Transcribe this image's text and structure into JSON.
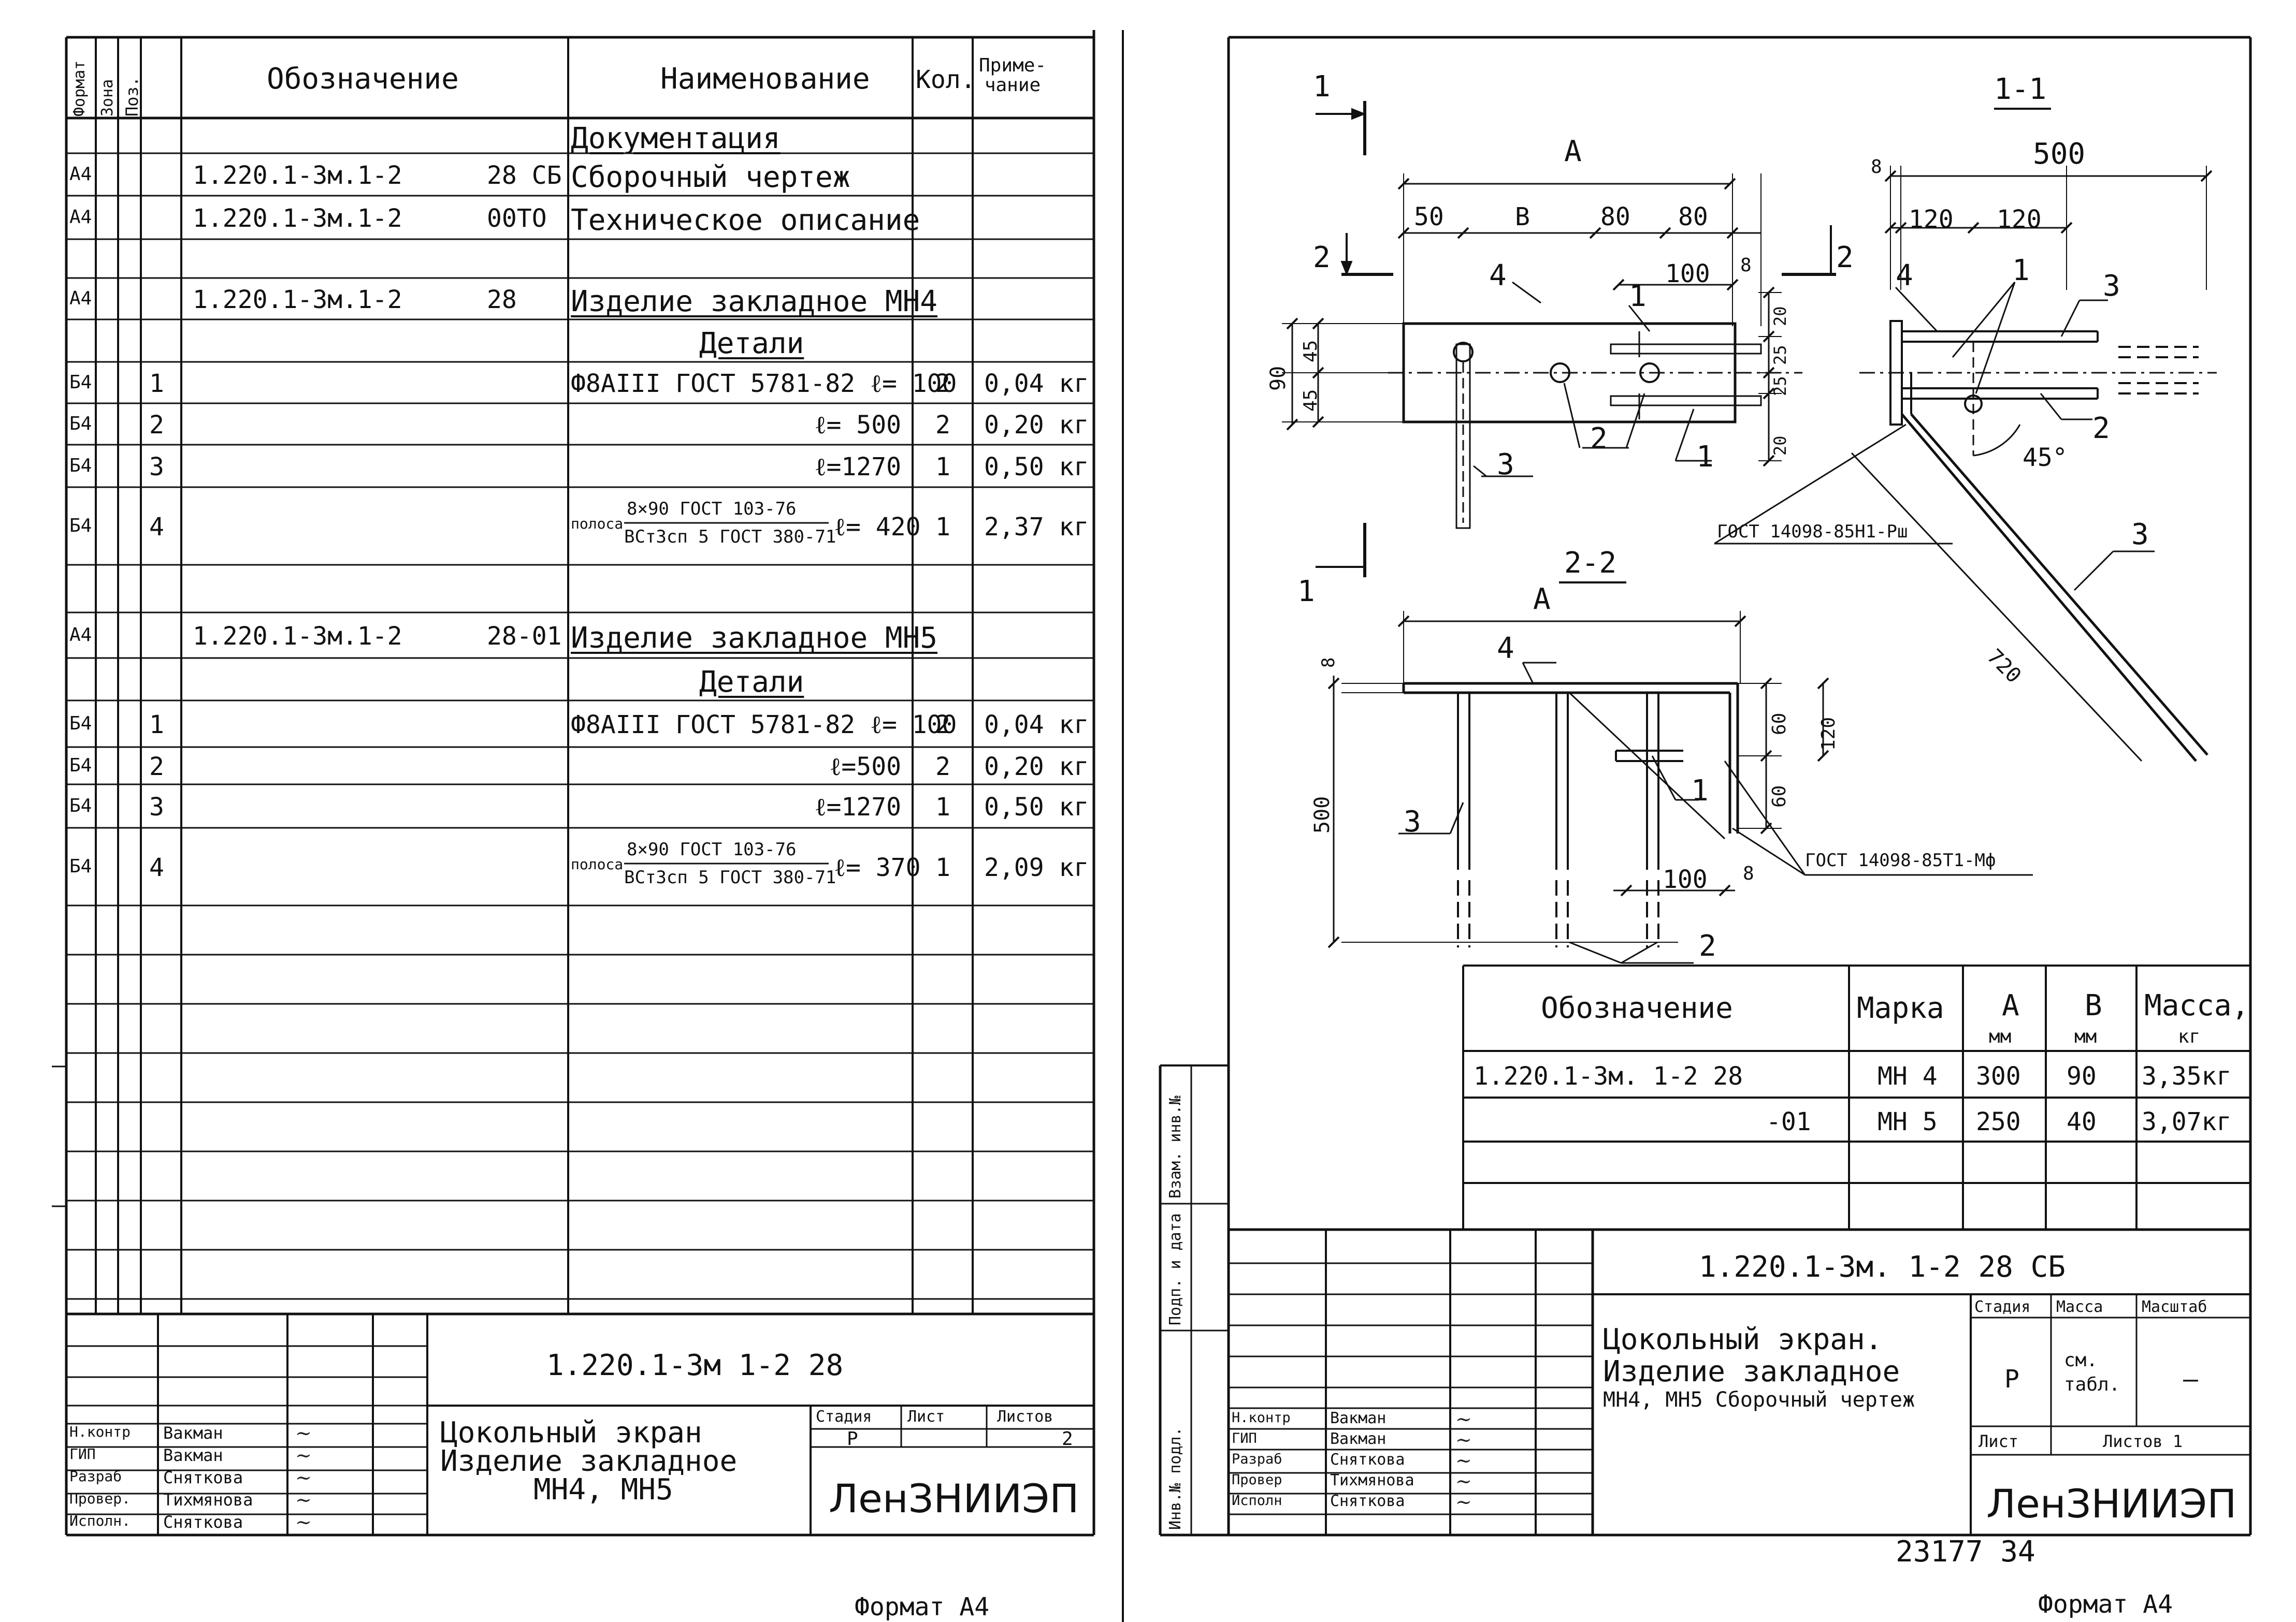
{
  "left": {
    "headers": {
      "format": "Формат",
      "zone": "Зона",
      "pos": "Поз.",
      "designation": "Обозначение",
      "name": "Наименование",
      "qty": "Кол.",
      "note": "Приме-\nчание"
    },
    "rows": [
      {
        "format": "",
        "pos": "",
        "designation": "",
        "name": "Документация",
        "qty": "",
        "note": "",
        "ul": true
      },
      {
        "format": "А4",
        "pos": "",
        "designation": "1.220.1-3м.1-2",
        "code": "28 СБ",
        "name": "Сборочный чертеж",
        "qty": "",
        "note": ""
      },
      {
        "format": "А4",
        "pos": "",
        "designation": "1.220.1-3м.1-2",
        "code": "00ТО",
        "name": "Техническое описание",
        "qty": "",
        "note": ""
      },
      {
        "format": "",
        "pos": "",
        "designation": "",
        "name": "",
        "qty": "",
        "note": ""
      },
      {
        "format": "А4",
        "pos": "",
        "designation": "1.220.1-3м.1-2",
        "code": "28",
        "name": "Изделие закладное МН4",
        "qty": "",
        "note": "",
        "ul": true
      },
      {
        "format": "",
        "pos": "",
        "designation": "",
        "name": "Детали",
        "qty": "",
        "note": "",
        "ul": true,
        "center": true
      },
      {
        "format": "Б4",
        "pos": "1",
        "designation": "",
        "name": "Ф8АIII ГОСТ 5781-82  ℓ= 100",
        "qty": "2",
        "note": "0,04 кг"
      },
      {
        "format": "Б4",
        "pos": "2",
        "designation": "",
        "name": "ℓ= 500",
        "qty": "2",
        "note": "0,20 кг",
        "right": true
      },
      {
        "format": "Б4",
        "pos": "3",
        "designation": "",
        "name": "ℓ=1270",
        "qty": "1",
        "note": "0,50 кг",
        "right": true
      },
      {
        "format": "Б4",
        "pos": "4",
        "designation": "",
        "name": "",
        "qty": "1",
        "note": "2,37 кг",
        "strip": true,
        "strip_word": "полоса",
        "strip_num": "8×90 ГОСТ 103-76",
        "strip_den": "ВСт3сп 5 ГОСТ 380-71",
        "strip_len": "ℓ= 420"
      },
      {
        "format": "",
        "pos": "",
        "designation": "",
        "name": "",
        "qty": "",
        "note": ""
      },
      {
        "format": "А4",
        "pos": "",
        "designation": "1.220.1-3м.1-2",
        "code": "28-01",
        "name": "Изделие закладное МН5",
        "qty": "",
        "note": "",
        "ul": true
      },
      {
        "format": "",
        "pos": "",
        "designation": "",
        "name": "Детали",
        "qty": "",
        "note": "",
        "ul": true,
        "center": true
      },
      {
        "format": "Б4",
        "pos": "1",
        "designation": "",
        "name": "Ф8АIII ГОСТ 5781-82  ℓ= 100",
        "qty": "2",
        "note": "0,04 кг"
      },
      {
        "format": "Б4",
        "pos": "2",
        "designation": "",
        "name": "ℓ=500",
        "qty": "2",
        "note": "0,20 кг",
        "right": true
      },
      {
        "format": "Б4",
        "pos": "3",
        "designation": "",
        "name": "ℓ=1270",
        "qty": "1",
        "note": "0,50 кг",
        "right": true
      },
      {
        "format": "Б4",
        "pos": "4",
        "designation": "",
        "name": "",
        "qty": "1",
        "note": "2,09 кг",
        "strip": true,
        "strip_word": "полоса",
        "strip_num": "8×90 ГОСТ 103-76",
        "strip_den": "ВСт3сп 5 ГОСТ 380-71",
        "strip_len": "ℓ= 370"
      }
    ],
    "title_block": {
      "code": "1.220.1-3м 1-2     28",
      "title_lines": [
        "Цокольный экран",
        "Изделие закладное",
        "МН4, МН5"
      ],
      "stage_label": "Стадия",
      "sheet_label": "Лист",
      "sheets_label": "Листов",
      "stage": "Р",
      "sheets": "2",
      "org": "ЛенЗНИИЭП",
      "people": [
        {
          "role": "Н.контр",
          "name": "Вакман"
        },
        {
          "role": "ГИП",
          "name": "Вакман"
        },
        {
          "role": "Разраб",
          "name": "Сняткова"
        },
        {
          "role": "Провер.",
          "name": "Тихмянова"
        },
        {
          "role": "Исполн.",
          "name": "Сняткова"
        }
      ]
    },
    "format": "Формат А4"
  },
  "right": {
    "views": {
      "v1": "1",
      "v2": "2",
      "sec11": "1-1",
      "sec22": "2-2"
    },
    "dims": {
      "A": "А",
      "B": "В",
      "d50": "50",
      "d80a": "80",
      "d80b": "80",
      "d100": "100",
      "d8": "8",
      "d90": "90",
      "d45a": "45",
      "d45b": "45",
      "d20a": "20",
      "d25a": "25",
      "d25b": "25",
      "d20b": "20",
      "d500": "500",
      "d8s": "8",
      "d120a": "120",
      "d120b": "120",
      "d45deg": "45°",
      "d720": "720",
      "d8b": "8",
      "d500v": "500",
      "d60a": "60",
      "d60b": "60",
      "d120v": "120",
      "d100b": "100",
      "d8c": "8"
    },
    "callouts": {
      "c1": "1",
      "c2": "2",
      "c3": "3",
      "c4": "4"
    },
    "notes": {
      "weld1": "ГОСТ 14098-85Н1-Рш",
      "weld2": "ГОСТ 14098-85Т1-Мф"
    },
    "marks_table": {
      "headers": {
        "designation": "Обозначение",
        "mark": "Марка",
        "a": "А",
        "a_unit": "мм",
        "b": "В",
        "b_unit": "мм",
        "mass": "Масса,",
        "mass_unit": "кг"
      },
      "rows": [
        {
          "designation": "1.220.1-3м. 1-2  28",
          "mark": "МН 4",
          "a": "300",
          "b": "90",
          "mass": "3,35кг"
        },
        {
          "designation": "-01",
          "mark": "МН 5",
          "a": "250",
          "b": "40",
          "mass": "3,07кг"
        }
      ]
    },
    "side_labels": [
      "Инв.№ подл.",
      "Подп. и дата",
      "Взам. инв.№"
    ],
    "title_block": {
      "code": "1.220.1-3м. 1-2     28 СБ",
      "title_lines": [
        "Цокольный экран.",
        "Изделие закладное",
        "МН4, МН5 Сборочный чертеж"
      ],
      "stage_label": "Стадия",
      "mass_label": "Масса",
      "scale_label": "Масштаб",
      "stage": "Р",
      "mass": "см. табл.",
      "scale": "—",
      "sheet_label": "Лист",
      "sheets_label": "Листов 1",
      "org": "ЛенЗНИИЭП",
      "people": [
        {
          "role": "Н.контр",
          "name": "Вакман"
        },
        {
          "role": "ГИП",
          "name": "Вакман"
        },
        {
          "role": "Разраб",
          "name": "Сняткова"
        },
        {
          "role": "Провер",
          "name": "Тихмянова"
        },
        {
          "role": "Исполн",
          "name": "Сняткова"
        }
      ]
    },
    "archive": "23177  34",
    "format": "Формат А4"
  }
}
